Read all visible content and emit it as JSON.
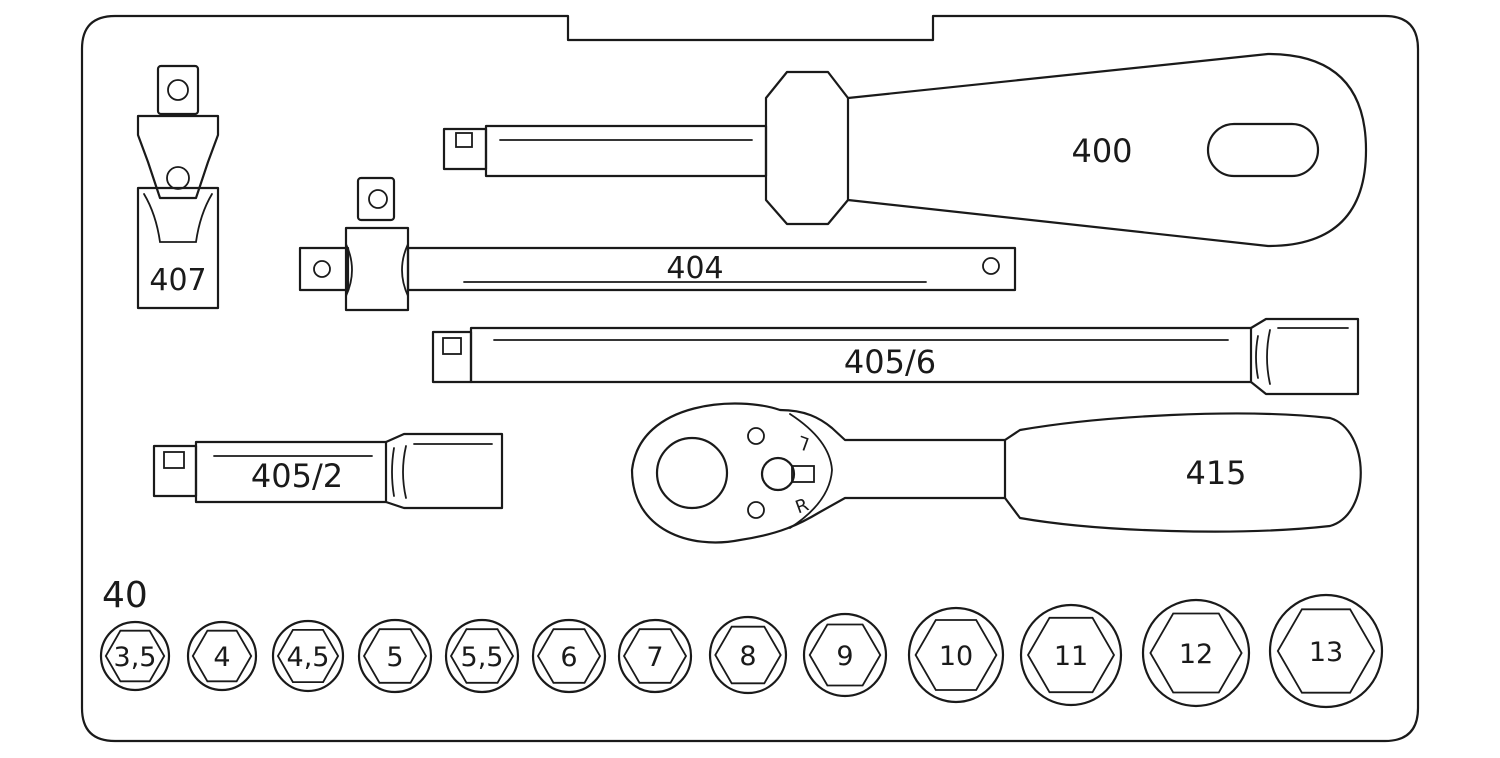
{
  "tray": {
    "set_number": "40",
    "tools": {
      "handle": "400",
      "tbar": "404",
      "ext_long": "405/6",
      "ext_short": "405/2",
      "ujoint": "407",
      "ratchet": "415",
      "ratchet_left": "L",
      "ratchet_right": "R"
    },
    "sockets": [
      "3,5",
      "4",
      "4,5",
      "5",
      "5,5",
      "6",
      "7",
      "8",
      "9",
      "10",
      "11",
      "12",
      "13"
    ]
  }
}
